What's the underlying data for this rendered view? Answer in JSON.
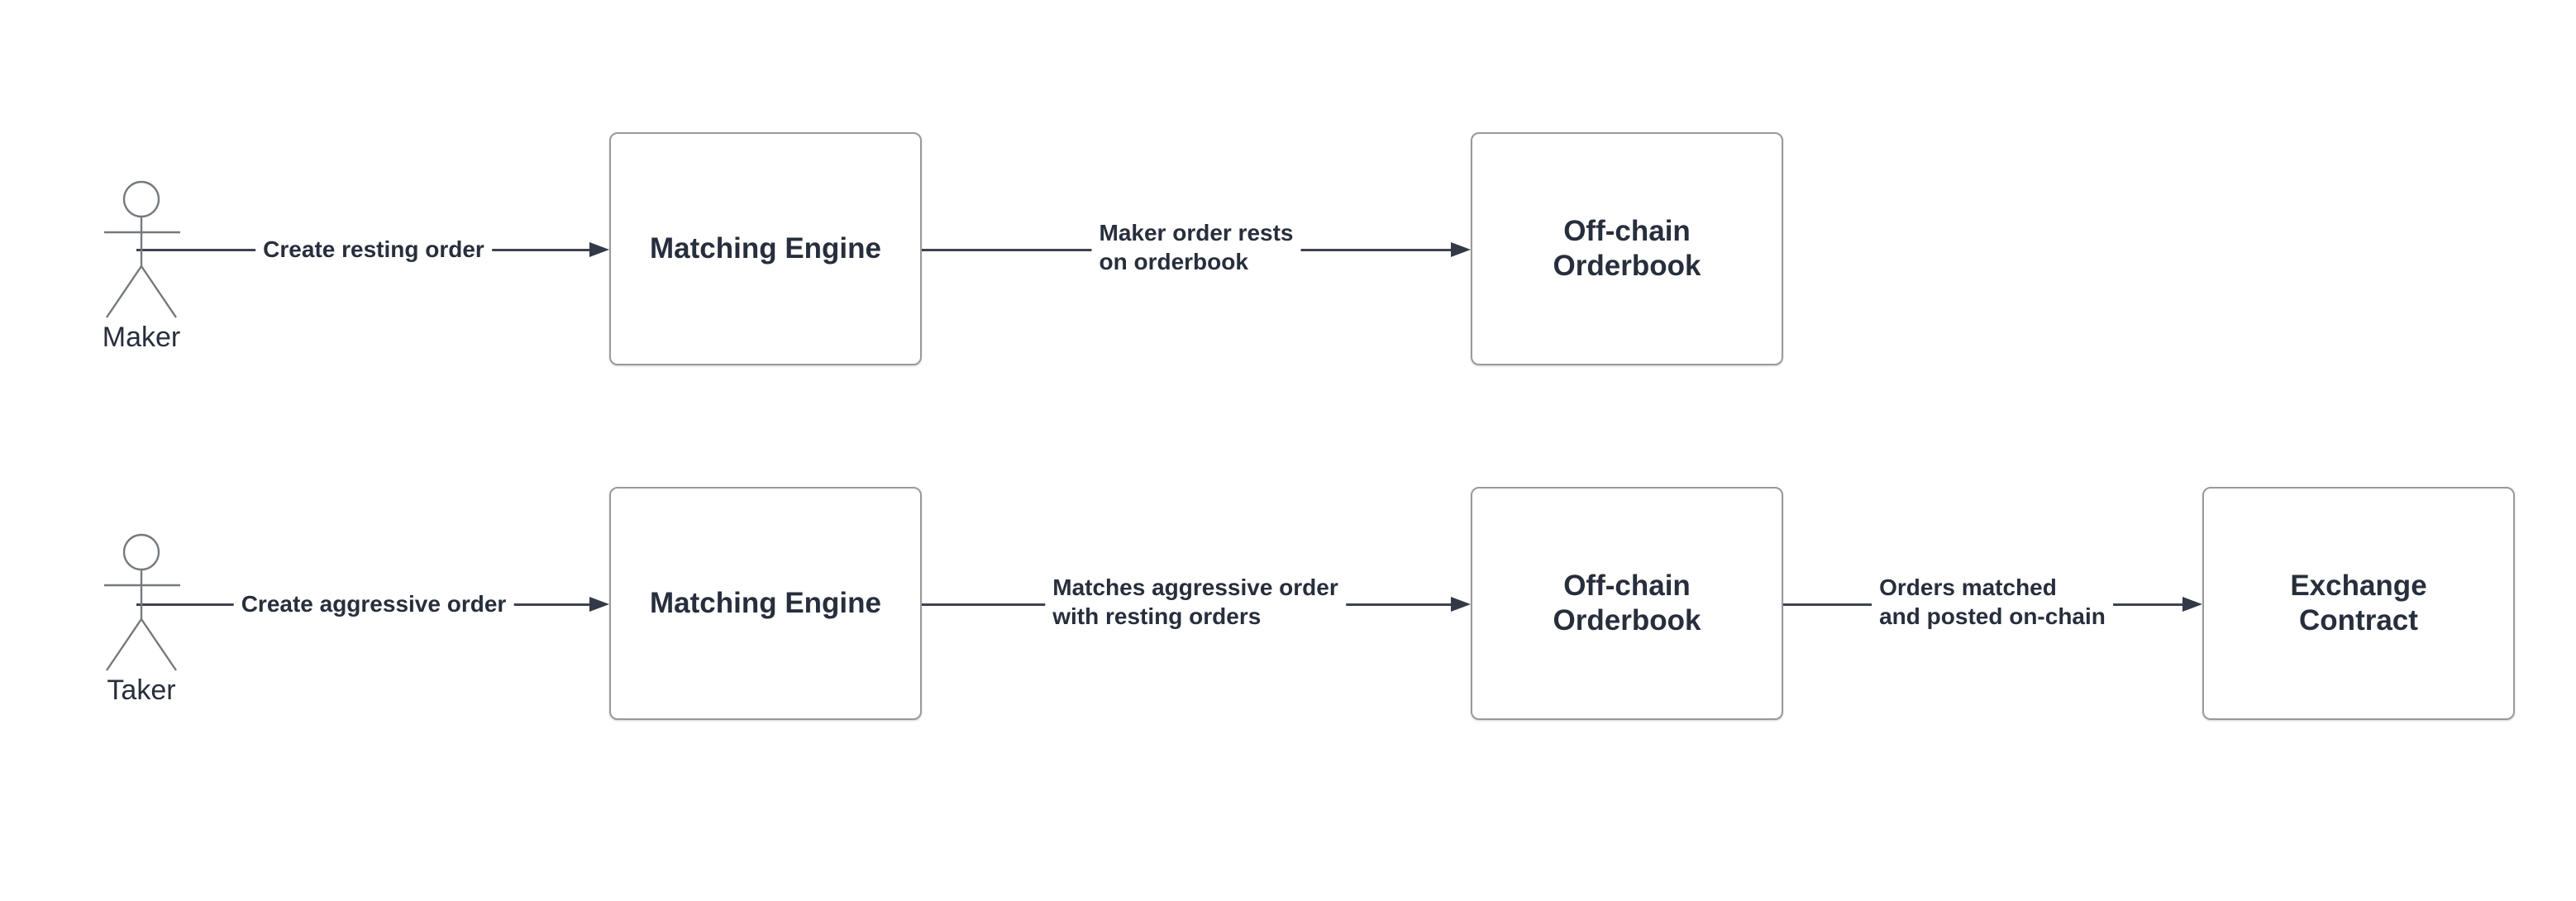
{
  "colors": {
    "background": "#ffffff",
    "node_fill": "#ffffff",
    "node_border": "#9a9a9a",
    "text": "#272e3c",
    "arrow_line": "#3d4350",
    "actor_stroke": "#75797f"
  },
  "maker_flow": {
    "actor_label": "Maker",
    "create_order_label": "Create resting order",
    "matching_engine_title": "Matching Engine",
    "rests_label_line1": "Maker order rests",
    "rests_label_line2": "on orderbook",
    "orderbook_title_line1": "Off-chain",
    "orderbook_title_line2": "Orderbook"
  },
  "taker_flow": {
    "actor_label": "Taker",
    "create_order_label": "Create aggressive order",
    "matching_engine_title": "Matching Engine",
    "match_label_line1": "Matches aggressive order",
    "match_label_line2": "with resting orders",
    "orderbook_title_line1": "Off-chain",
    "orderbook_title_line2": "Orderbook",
    "posted_label_line1": "Orders matched",
    "posted_label_line2": "and posted on-chain",
    "contract_title_line1": "Exchange",
    "contract_title_line2": "Contract"
  }
}
